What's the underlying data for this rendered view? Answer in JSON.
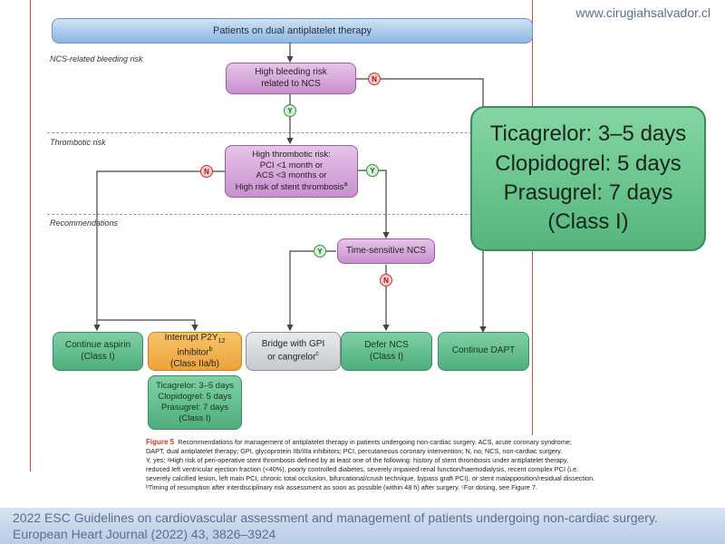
{
  "site_url": "www.cirugiahsalvador.cl",
  "header": "Patients on dual antiplatelet therapy",
  "sections": {
    "bleeding": "NCS-related bleeding risk",
    "thrombotic": "Thrombotic risk",
    "recommendations": "Recommendations"
  },
  "nodes": {
    "bleeding_risk": [
      "High bleeding risk",
      "related to NCS"
    ],
    "thrombotic_risk": [
      "High thrombotic risk:",
      "PCI <1 month or",
      "ACS <3 months or",
      "High risk of stent thrombosis"
    ],
    "thrombotic_sup": "a",
    "time_sensitive": "Time-sensitive NCS",
    "continue_aspirin": [
      "Continue aspirin",
      "(Class I)"
    ],
    "interrupt_p2y12": [
      "Interrupt P2Y",
      "inhibitor",
      "(Class IIa/b)"
    ],
    "interrupt_sub": "12",
    "interrupt_sup": "b",
    "bridge": [
      "Bridge with GPI",
      "or cangrelor"
    ],
    "bridge_sup": "c",
    "defer_ncs": [
      "Defer NCS",
      "(Class I)"
    ],
    "continue_dapt": "Continue DAPT",
    "timing": [
      "Ticagrelor: 3–5 days",
      "Clopidogrel: 5 days",
      "Prasugrel: 7 days",
      "(Class I)"
    ]
  },
  "badges": {
    "no": "N",
    "yes": "Y"
  },
  "callout": [
    "Ticagrelor: 3–5 days",
    "Clopidogrel: 5 days",
    "Prasugrel: 7 days",
    "(Class I)"
  ],
  "caption": {
    "figure_label": "Figure 5",
    "line1": "Recommendations for management of antiplatelet therapy in patients undergoing non-cardiac surgery. ACS, acute coronary syndrome;",
    "line2": "DAPT, dual antiplatelet therapy; GPI, glycoprotein IIb/IIIa inhibitors; PCI, percutaneous coronary intervention; N, no; NCS, non-cardiac surgery.",
    "line3": "Y, yes; ᵃHigh risk of peri-operative stent thrombosis defined by at least one of the following: history of stent thrombosis under antiplatelet therapy,",
    "line4": "reduced left ventricular ejection fraction (<40%), poorly controlled diabetes, severely impaired renal function/haemodialysis, recent complex PCI (i.e.",
    "line5": "severely calcified lesion, left main PCI, chronic total occlusion, bifurcational/crush technique, bypass graft PCI), or stent malapposition/residual dissection.",
    "line6": "ᵇTiming of resumption after interdisciplinary risk assessment as soon as possible (within 48 h) after surgery. ᶜFor dosing, see Figure 7."
  },
  "footer": {
    "line1": "2022 ESC Guidelines on cardiovascular assessment and management of patients undergoing non-cardiac surgery.",
    "line2": "European Heart Journal (2022) 43, 3826–3924"
  }
}
